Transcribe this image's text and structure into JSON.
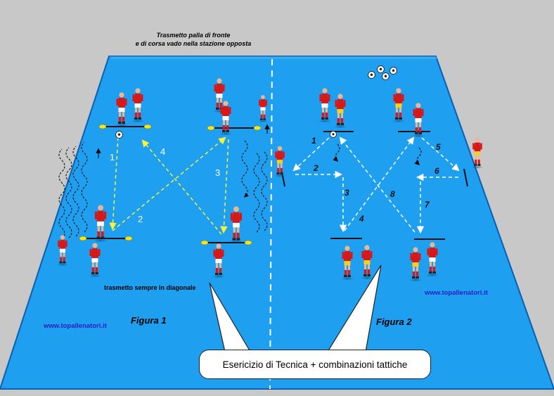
{
  "caption_top": {
    "line1": "Trasmetto palla di fronte",
    "line2": "e di corsa vado nella stazione opposta"
  },
  "figure1": {
    "label": "Figura 1",
    "url": "www.topallenatori.it",
    "note": "trasmetto sempre in diagonale"
  },
  "figure2": {
    "label": "Figura 2",
    "url": "www.topallenatori.it"
  },
  "banner": {
    "text": "Esericizio di Tecnica + combinazioni tattiche"
  },
  "fig1_numbers": [
    "1",
    "2",
    "3",
    "4"
  ],
  "fig2_numbers": [
    "1",
    "2",
    "3",
    "4",
    "5",
    "6",
    "7",
    "8"
  ],
  "colors": {
    "pitch": "#1f9ff0",
    "pitch_border": "#0a5fb0",
    "background": "#c8c8c8",
    "shirt": "#d81818",
    "fig1_pass_arrow": "#f6f23a",
    "fig2_pass_arrow": "#ffffff",
    "url_text": "#2a1cc8"
  }
}
